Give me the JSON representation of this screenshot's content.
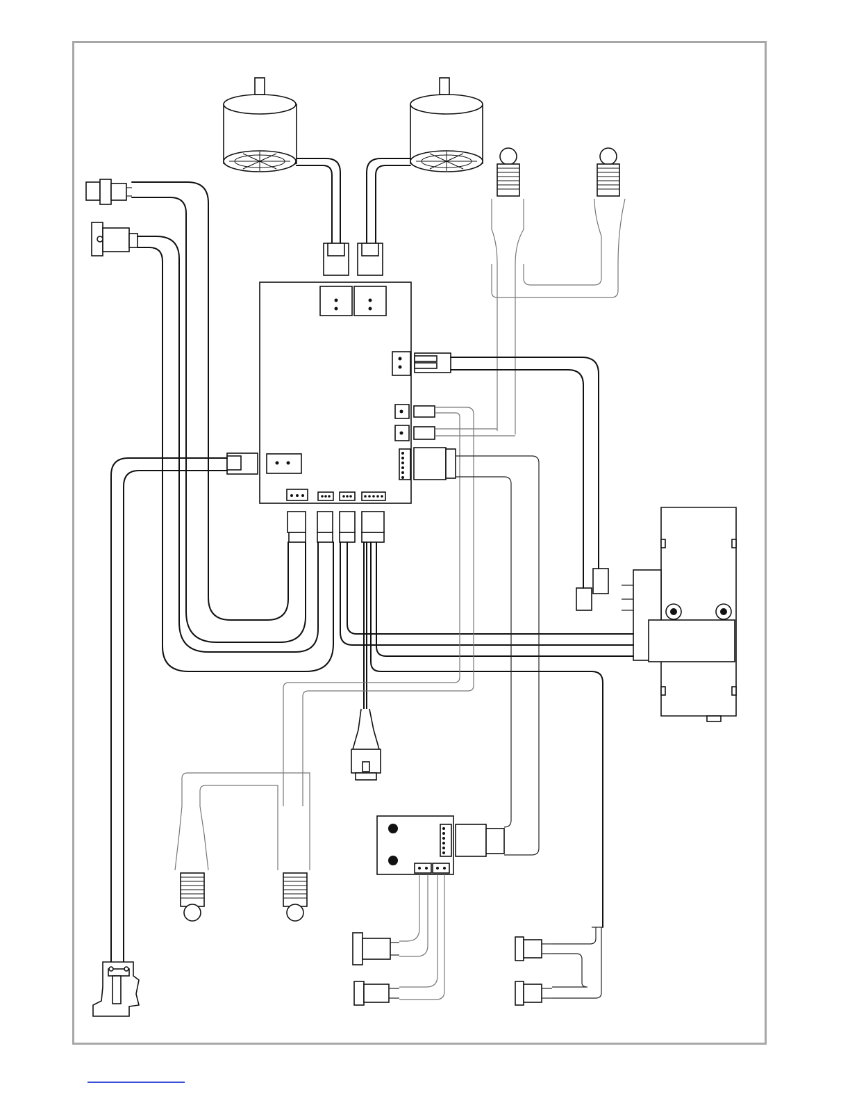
{
  "diagram": {
    "colors": {
      "line": "#111111",
      "frame": "#a7a7a7",
      "footer_link": "#3b4fd6"
    },
    "components": [
      "fan-left",
      "fan-right",
      "bulb-top-left",
      "bulb-top-right",
      "control-board",
      "round-connector",
      "rocker-switch",
      "power-supply-unit",
      "round-plug",
      "bulb-bottom-left",
      "bulb-bottom-right",
      "display-board",
      "switch-bottom-left-1",
      "switch-bottom-left-2",
      "switch-bottom-right-1",
      "switch-bottom-right-2",
      "power-inlet"
    ]
  }
}
